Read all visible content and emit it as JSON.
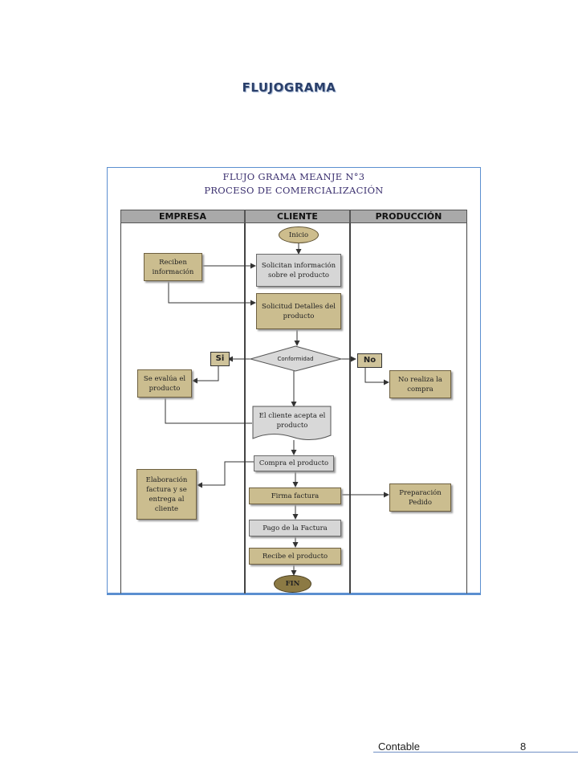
{
  "page": {
    "title": "FLUJOGRAMA",
    "footer_label": "Contable",
    "page_number": "8"
  },
  "diagram": {
    "title_line1": "FLUJO GRAMA MEANJE N°3",
    "title_line2": "PROCESO DE COMERCIALIZACIÓN",
    "lanes": [
      "EMPRESA",
      "CLIENTE",
      "PRODUCCIÓN"
    ],
    "nodes": {
      "inicio": "Inicio",
      "reciben_informacion": "Reciben información",
      "solicitan_informacion": "Solicitan información sobre el producto",
      "solicitud_detalles": "Solicitud Detalles del producto",
      "si": "Si",
      "conformidad": "Conformidad",
      "no": "No",
      "se_evalua": "Se evalúa el producto",
      "no_realiza": "No realiza la compra",
      "cliente_acepta": "El cliente acepta el producto",
      "compra_producto": "Compra el producto",
      "elaboracion_factura": "Elaboración factura y se entrega al cliente",
      "firma_factura": "Firma factura",
      "preparacion_pedido": "Preparación Pedido",
      "pago_factura": "Pago de la Factura",
      "recibe_producto": "Recibe el producto",
      "fin": "FIN"
    }
  }
}
